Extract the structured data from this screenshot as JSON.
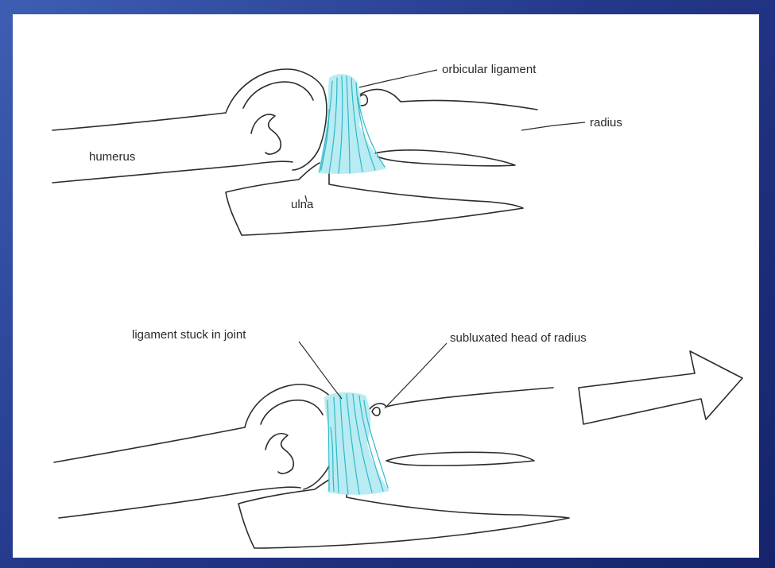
{
  "diagram": {
    "colors": {
      "background_top": "#3d5fb3",
      "background_bottom": "#15246a",
      "panel": "#ffffff",
      "ligament_fill": "#b8ecf2",
      "ligament_fibers": "#2fb8c8",
      "outline": "#2c2c2c"
    },
    "top_figure": {
      "labels": {
        "orbicular_ligament": "orbicular ligament",
        "radius": "radius",
        "humerus": "humerus",
        "ulna": "ulna"
      }
    },
    "bottom_figure": {
      "labels": {
        "ligament_stuck": "ligament stuck in joint",
        "subluxated_head": "subluxated head of radius"
      },
      "arrow_icon": "right-arrow-outline-icon"
    }
  }
}
